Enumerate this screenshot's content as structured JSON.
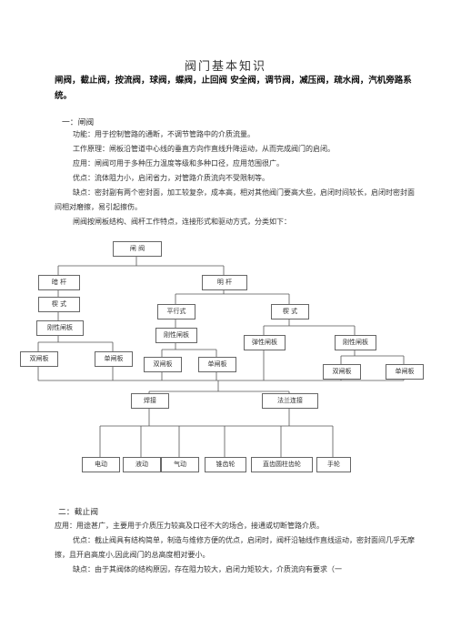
{
  "doc": {
    "title": "阀门基本知识",
    "subtitle": "闸阀，截止阀，按流阀，球阀，蝶阀，止回阀 安全阀，调节阀，减压阀，疏水阀，汽机旁路系统。",
    "section1": {
      "heading": "一：闸阀",
      "lines": [
        "功能：用于控制管路的通断，不调节管路中的介质流量。",
        "工作原理：闸板沿管道中心线的垂直方向作直线升降运动，从而完成阀门的启闭。",
        "应用：闸阀可用于多种压力温度等级和多种口径，应用范围很广。",
        "优点：流体阻力小，启闭省力，对管路介质流向不受限制等。",
        "缺点：密封副有两个密封面，加工较复杂，成本高，相对其他阀门要高大些，启闭时间较长，启闭时密封面间相对磨擦，易引起擦伤。",
        "闸阀按闸板结构、阀杆工作特点，连接形式和驱动方式，分类如下："
      ]
    },
    "diagram": {
      "root": "闸 阀",
      "dark_stem": "暗 杆",
      "open_stem": "明 杆",
      "wedge": "楔 式",
      "rigid_gate": "刚性闸板",
      "double_gate": "双闸板",
      "single_gate": "单闸板",
      "parallel": "平行式",
      "rigid_gate2": "刚性闸板",
      "double_gate2": "双闸板",
      "single_gate2": "单闸板",
      "wedge2": "楔 式",
      "elastic_gate": "弹性闸板",
      "rigid_gate3": "刚性闸板",
      "double_gate3": "双闸板",
      "single_gate3": "单闸板",
      "welded": "焊接",
      "flanged": "法兰连接",
      "drives": [
        "电动",
        "液动",
        "气动",
        "锥齿轮",
        "直齿圆柱齿轮",
        "手轮"
      ]
    },
    "section2": {
      "heading": "二：截止阀",
      "lines": [
        "应用：用途甚广，主要用于介质压力较高及口径不大的场合，接通或切断管路介质。",
        "优点：截止阀具有结构简单，制造与维修方便的优点，启闭时，阀杆沿轴线作直线运动，密封面间几乎无摩擦，且开启高度小,因此阀门的总高度相对要小。",
        "缺点：由于其阀体的结构原因，存在阻力较大，启闭力矩较大，介质流向有要求（一"
      ]
    }
  }
}
